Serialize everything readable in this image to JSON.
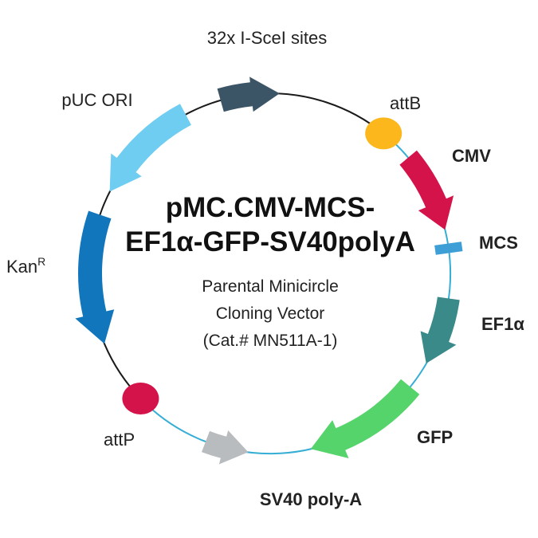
{
  "title": {
    "line1": "pMC.CMV-MCS-",
    "line2": "EF1α-GFP-SV40polyA"
  },
  "subtitle": {
    "line1": "Parental Minicircle",
    "line2": "Cloning Vector",
    "line3": "(Cat.# MN511A-1)"
  },
  "backbone": {
    "parental_color": "#1a1a1a",
    "minicircle_color": "#35aed6"
  },
  "features": {
    "isce1": {
      "label": "32x I-SceI sites",
      "color": "#3c5566"
    },
    "attb": {
      "label": "attB",
      "color": "#fbb71b"
    },
    "cmv": {
      "label": "CMV",
      "color": "#d3134a"
    },
    "mcs": {
      "label": "MCS",
      "color": "#3d9fd6"
    },
    "ef1a": {
      "label": "EF1α",
      "color": "#3a8a8a"
    },
    "gfp": {
      "label": "GFP",
      "color": "#56d46c"
    },
    "sv40": {
      "label": "SV40 poly-A",
      "color": "#b9bcbe"
    },
    "attp": {
      "label": "attP",
      "color": "#d3134a"
    },
    "kan": {
      "label": "Kan",
      "superscript": "R",
      "color": "#1276bd"
    },
    "puc": {
      "label": "pUC ORI",
      "color": "#6fcdf1"
    }
  }
}
